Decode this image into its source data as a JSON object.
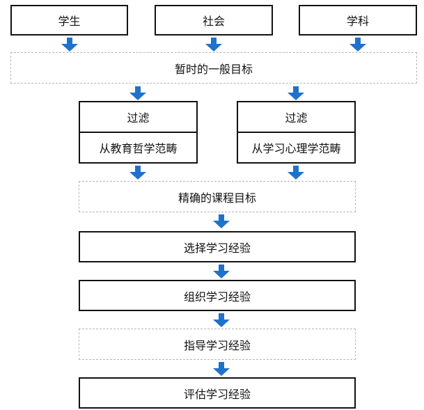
{
  "diagram": {
    "sources": [
      "学生",
      "社会",
      "学科"
    ],
    "tentative_goals": "暂时的一般目标",
    "filters": [
      {
        "label": "过滤",
        "source": "从教育哲学范畴"
      },
      {
        "label": "过滤",
        "source": "从学习心理学范畴"
      }
    ],
    "precise_goals": "精确的课程目标",
    "steps": [
      "选择学习经验",
      "组织学习经验",
      "指导学习经验",
      "评估学习经验"
    ],
    "colors": {
      "arrow": "#1f72c9",
      "border": "#111111",
      "dashed_border": "#b5b5b5"
    }
  }
}
